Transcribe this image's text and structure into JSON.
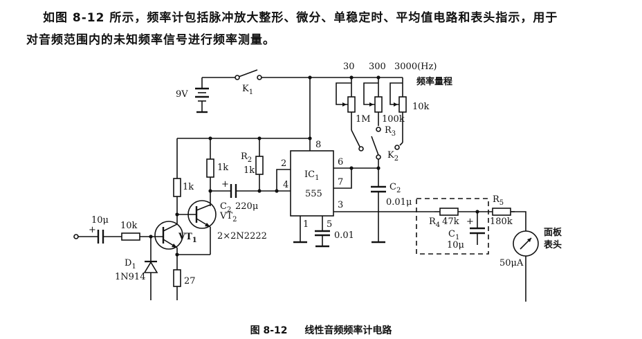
{
  "description": {
    "line1": "如图 8-12 所示，频率计包括脉冲放大整形、微分、单稳定时、平均值电路和表头指示，用于",
    "line2": "对音频范围内的未知频率信号进行频率测量。"
  },
  "caption": {
    "number": "图 8-12",
    "title": "线性音频频率计电路"
  },
  "labels": {
    "battery": "9V",
    "switch_k1": "K",
    "switch_k1_sub": "1",
    "range_30": "30",
    "range_300": "300",
    "range_3000": "3000(Hz)",
    "range_title": "频率量程",
    "pot_1m": "1M",
    "pot_100k": "100k",
    "pot_10k": "10k",
    "r3": "R",
    "r3_sub": "3",
    "k2": "K",
    "k2_sub": "2",
    "pin8": "8",
    "pin2": "2",
    "pin4": "4",
    "pin6": "6",
    "pin7": "7",
    "pin3": "3",
    "pin1": "1",
    "pin5": "5",
    "ic1": "IC",
    "ic1_sub": "1",
    "ic1_part": "555",
    "r2": "R",
    "r2_sub": "2",
    "r2_val": "1k",
    "rc_1k": "1k",
    "r_1k_vt1": "1k",
    "c2_left": "C",
    "c2_left_sub": "2",
    "c2_left_val": "220μ",
    "vt2": "VT",
    "vt2_sub": "2",
    "transistors": "2×2N2222",
    "vt1": "VT",
    "vt1_sub": "1",
    "input_cap": "10μ",
    "input_res": "10k",
    "d1": "D",
    "d1_sub": "1",
    "d1_part": "1N914",
    "r_27": "27",
    "c5": "0.01",
    "c2_right": "C",
    "c2_right_sub": "2",
    "c2_right_val": "0.01μ",
    "r4": "R",
    "r4_sub": "4",
    "r4_val": "47k",
    "c1": "C",
    "c1_sub": "1",
    "c1_val": "10μ",
    "r5": "R",
    "r5_sub": "5",
    "r5_val": "180k",
    "meter_line1": "面板",
    "meter_line2": "表头",
    "meter_val": "50μA",
    "plus": "+"
  }
}
